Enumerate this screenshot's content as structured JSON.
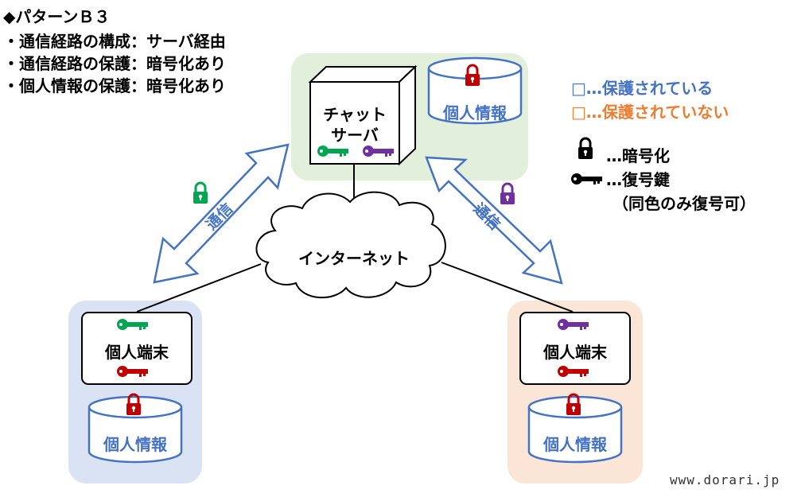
{
  "header": {
    "title": "◆パターンＢ３",
    "lines": [
      "・通信経路の構成：サーバ経由",
      "・通信経路の保護：暗号化あり",
      "・個人情報の保護：暗号化あり"
    ]
  },
  "legend": {
    "protected": "□…保護されている",
    "unprotected": "□…保護されていない",
    "lock": "…暗号化",
    "key": "…復号鍵",
    "key_note": "（同色のみ復号可）"
  },
  "server": {
    "label_line1": "チャット",
    "label_line2": "サーバ",
    "db_label": "個人情報"
  },
  "internet_label": "インターネット",
  "link_label": "通信",
  "left_terminal": {
    "label": "個人端末",
    "db_label": "個人情報"
  },
  "right_terminal": {
    "label": "個人端末",
    "db_label": "個人情報"
  },
  "footer": "www.dorari.jp",
  "colors": {
    "blue": "#4472c4",
    "orange": "#ed7d31",
    "green": "#00a651",
    "purple": "#7030a0",
    "red": "#c00000",
    "server_zone": "#e2efda",
    "left_zone": "#dae3f3",
    "right_zone": "#fbe5d6"
  }
}
